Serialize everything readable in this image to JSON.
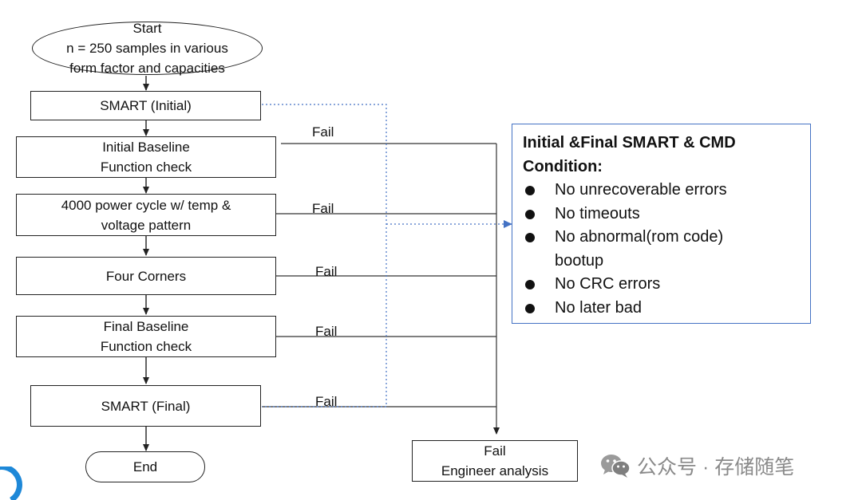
{
  "start": {
    "lines": [
      "Start",
      "n = 250 samples in various",
      "form factor and capacities"
    ]
  },
  "steps": [
    {
      "id": "smart-initial",
      "lines": [
        "SMART (Initial)"
      ]
    },
    {
      "id": "initial-baseline",
      "lines": [
        "Initial Baseline",
        "Function check"
      ]
    },
    {
      "id": "power-cycle",
      "lines": [
        "4000 power cycle w/ temp &",
        "voltage pattern"
      ]
    },
    {
      "id": "four-corners",
      "lines": [
        "Four Corners"
      ]
    },
    {
      "id": "final-baseline",
      "lines": [
        "Final Baseline",
        "Function check"
      ]
    },
    {
      "id": "smart-final",
      "lines": [
        "SMART (Final)"
      ]
    }
  ],
  "end": {
    "label": "End"
  },
  "fail_label": "Fail",
  "fail_box": {
    "lines": [
      "Fail",
      "Engineer analysis"
    ]
  },
  "condition": {
    "title_lines": [
      "Initial &Final SMART & CMD",
      "Condition:"
    ],
    "items": [
      "No unrecoverable errors",
      "No timeouts",
      "No abnormal(rom code)",
      "bootup",
      "No CRC errors",
      "No later bad"
    ]
  },
  "watermark": {
    "text": "公众号 · 存储随笔",
    "icon": "wechat-icon"
  },
  "colors": {
    "line": "#333333",
    "dotted": "#4472c4",
    "condition_border": "#4472c4",
    "watermark": "#8a8a8a",
    "corner_arc": "#1e88d8"
  }
}
